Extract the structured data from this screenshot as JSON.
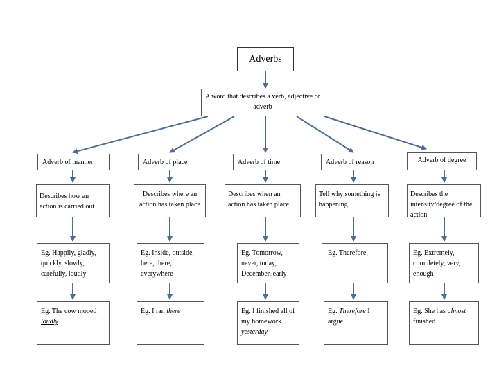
{
  "title": "Adverbs",
  "definition": "A word that describes a verb, adjective or adverb",
  "columns": [
    {
      "heading": "Adverb of manner",
      "description": "Describes how an action is carried out",
      "examples": "Eg. Happily, gladly, quickly, slowly, carefully, loudly",
      "sentence_pre": "Eg. The cow mooed ",
      "sentence_emph": "loudly",
      "sentence_post": ""
    },
    {
      "heading": "Adverb of place",
      "description": "Describes where an action has taken place",
      "examples": "Eg. Inside, outside, here, there, everywhere",
      "sentence_pre": "Eg. I ran ",
      "sentence_emph": "there",
      "sentence_post": ""
    },
    {
      "heading": "Adverb of time",
      "description": "Describes when an action has taken place",
      "examples": "Eg. Tomorrow, never, today, December, early",
      "sentence_pre": "Eg. I finished all of my homework ",
      "sentence_emph": "yesterday",
      "sentence_post": ""
    },
    {
      "heading": "Adverb of reason",
      "description": "Tell why something is happening",
      "examples": "Eg. Therefore,",
      "sentence_pre": "Eg. ",
      "sentence_emph": "Therefore",
      "sentence_post": " I argue"
    },
    {
      "heading": "Adverb of degree",
      "description": "Describes the intensity/degree of the action",
      "examples": "Eg. Extremely, completely, very, enough",
      "sentence_pre": "Eg. She has ",
      "sentence_emph": "almost",
      "sentence_post": " finished"
    }
  ]
}
